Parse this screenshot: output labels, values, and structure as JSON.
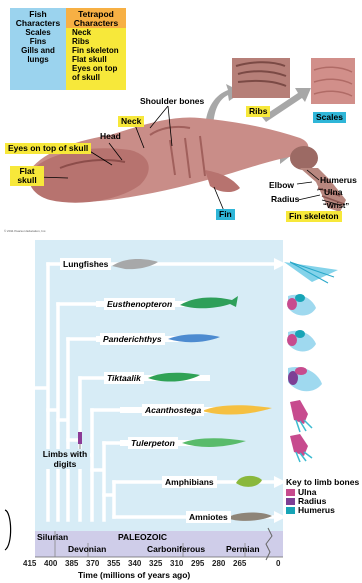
{
  "table": {
    "fish_header": "Fish Characters",
    "fish_items": [
      "Scales",
      "Fins",
      "Gills and lungs"
    ],
    "tetrapod_header": "Tetrapod Characters",
    "tetrapod_items": [
      "Neck",
      "Ribs",
      "Fin skeleton",
      "Flat skull",
      "Eyes on top of skull"
    ]
  },
  "fossil_labels": {
    "shoulder_bones": "Shoulder bones",
    "neck": "Neck",
    "head": "Head",
    "eyes": "Eyes on top of skull",
    "flat_skull": "Flat skull",
    "ribs": "Ribs",
    "scales": "Scales",
    "fin": "Fin",
    "humerus": "Humerus",
    "ulna": "Ulna",
    "wrist": "“Wrist”",
    "elbow": "Elbow",
    "radius": "Radius",
    "fin_skeleton": "Fin skeleton",
    "copyright": "© 2011 Pearson Education, Inc."
  },
  "tree": {
    "taxa": [
      "Lungfishes",
      "Eusthenopteron",
      "Panderichthys",
      "Tiktaalik",
      "Acanthostega",
      "Tulerpeton",
      "Amphibians",
      "Amniotes"
    ],
    "limbs_label": "Limbs with digits",
    "legend_title": "Key to limb bones",
    "legend": [
      {
        "name": "Ulna",
        "color": "#c74b8e"
      },
      {
        "name": "Radius",
        "color": "#7d3f95"
      },
      {
        "name": "Humerus",
        "color": "#17a4b6"
      }
    ],
    "era": "PALEOZOIC",
    "periods": [
      "Silurian",
      "Devonian",
      "Carboniferous",
      "Permian"
    ],
    "ticks": [
      "415",
      "400",
      "385",
      "370",
      "355",
      "340",
      "325",
      "310",
      "295",
      "280",
      "265",
      "0"
    ],
    "axis_label": "Time (millions of years ago)"
  }
}
